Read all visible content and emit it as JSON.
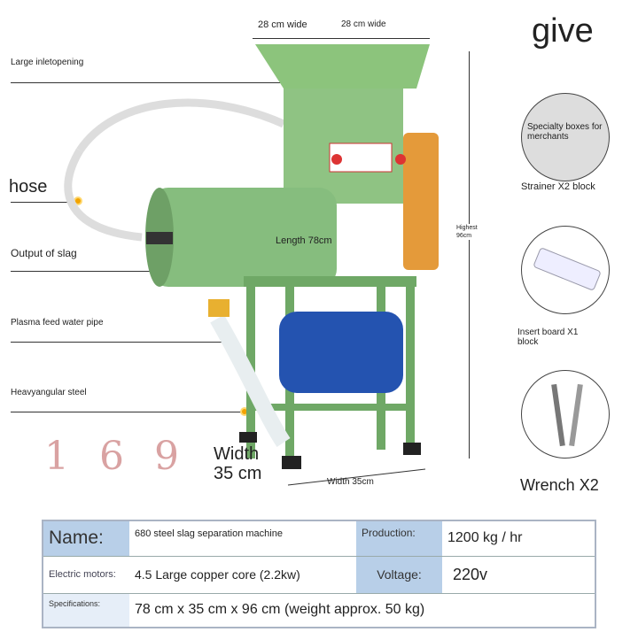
{
  "header": {
    "give": "give"
  },
  "dimensions": {
    "top_left": "28 cm wide",
    "top_right": "28 cm wide",
    "length": "Length 78cm",
    "height": "Highest 96cm",
    "width_bottom": "Width 35cm",
    "width_big": "Width 35 cm"
  },
  "labels": {
    "inlet": "Large inletopening",
    "hose": "hose",
    "slag": "Output of slag",
    "plasma": "Plasma feed water pipe",
    "steel": "Heavyangular steel"
  },
  "handwriting": "1 6 9",
  "panel_text": "Specialty boxes for merchants",
  "gifts": [
    {
      "label": "Strainer X2 block"
    },
    {
      "label": "Insert board X1 block"
    },
    {
      "label": "Wrench X2"
    }
  ],
  "specs": {
    "name_label": "Name:",
    "name_value": "680 steel slag separation machine",
    "production_label": "Production:",
    "production_value": "1200 kg / hr",
    "motor_label": "Electric motors:",
    "motor_value": "4.5 Large copper core (2.2kw)",
    "voltage_label": "Voltage:",
    "voltage_value": "220v",
    "spec_label": "Specifications:",
    "spec_value": "78 cm x 35 cm x 96 cm (weight approx. 50 kg)"
  }
}
